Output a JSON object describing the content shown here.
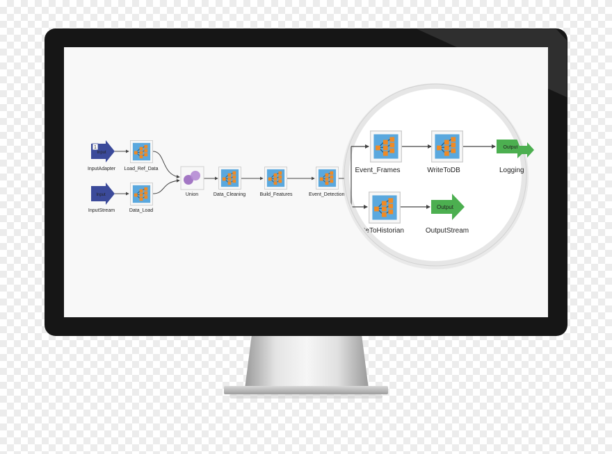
{
  "nodes": {
    "input_adapter": {
      "label": "InputAdapter",
      "badge_text": "Input",
      "badge_num": "1"
    },
    "input_stream": {
      "label": "InputStream",
      "badge_text": "Input"
    },
    "load_ref_data": {
      "label": "Load_Ref_Data"
    },
    "data_load": {
      "label": "Data_Load"
    },
    "union": {
      "label": "Union"
    },
    "data_cleaning": {
      "label": "Data_Cleaning"
    },
    "build_features": {
      "label": "Build_Features"
    },
    "event_detection": {
      "label": "Event_Detection"
    },
    "event_frames": {
      "label": "Event_Frames"
    },
    "write_to_db": {
      "label": "WriteToDB"
    },
    "log_output": {
      "label": "Logging",
      "badge_text": "Output"
    },
    "write_to_historian": {
      "label": "WriteToHistorian"
    },
    "output_stream": {
      "label": "OutputStream",
      "badge_text": "Output"
    }
  },
  "colors": {
    "input_arrow": "#3b4a9a",
    "output_arrow": "#4caf50",
    "node_fill": "#5aa8de",
    "node_square": "#f08a24",
    "union": "#a377c4"
  }
}
